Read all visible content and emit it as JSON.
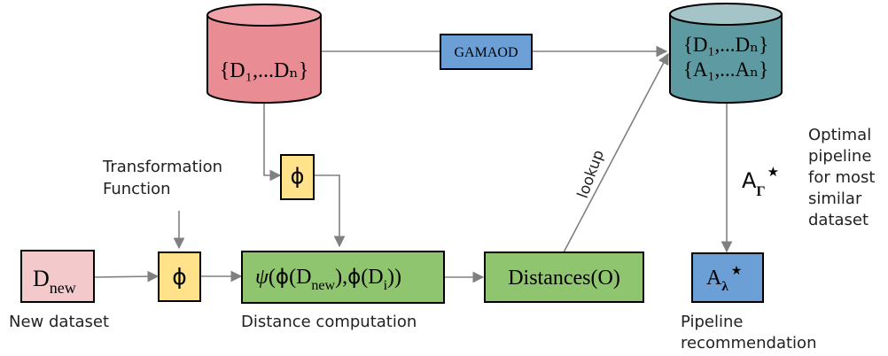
{
  "colors": {
    "red_db_fill": "#e98c93",
    "red_db_top": "#f0a4a9",
    "teal_db_fill": "#5d9aa1",
    "teal_db_top": "#a4c4c8",
    "blue_box": "#6b9fd6",
    "yellow_box": "#ffe28a",
    "green_box": "#90c56f",
    "pink_box": "#f3c9cc",
    "stroke": "#000000",
    "arrow": "#808080"
  },
  "databases": {
    "source": {
      "text": "{D₁,...Dₙ}"
    },
    "knowledge": {
      "line1": "{D₁,...Dₙ}",
      "line2": "{A₁,...Aₙ}"
    }
  },
  "nodes": {
    "gamaod": "GAMAOD",
    "phi_top": "ϕ",
    "phi_input": "ϕ",
    "new_dataset": {
      "main": "D",
      "sub": "new"
    },
    "distance_function": {
      "psi": "ψ",
      "open": "(",
      "phi": "ϕ",
      "d": "(D",
      "sub_new": "new",
      "middle": "),",
      "di": "(D",
      "sub_i": "i",
      "close": "))"
    },
    "distances": "Distances(O)",
    "pipeline": {
      "main": "A",
      "sub": "λ",
      "star": "★"
    }
  },
  "labels": {
    "transformation_function": [
      "Transformation",
      "Function"
    ],
    "new_dataset": "New dataset",
    "distance_computation": "Distance computation",
    "lookup": "lookup",
    "optimal_pipeline": [
      "Optimal",
      "pipeline",
      "for most",
      "similar",
      "dataset"
    ],
    "a_gamma": {
      "main": "A",
      "sub": "Γ",
      "star": "★"
    },
    "pipeline_recommendation": [
      "Pipeline",
      "recommendation"
    ]
  }
}
